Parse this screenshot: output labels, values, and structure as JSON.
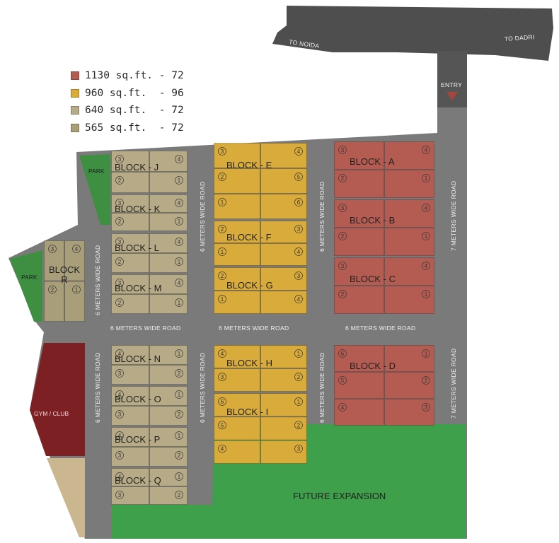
{
  "legend": [
    {
      "label": "1130 sq.ft. - 72",
      "color": "#b55c52"
    },
    {
      "label": "960 sq.ft.  - 96",
      "color": "#d9ab3a"
    },
    {
      "label": "640 sq.ft.  - 72",
      "color": "#b7aa86"
    },
    {
      "label": "565 sq.ft.  - 72",
      "color": "#a89e7a"
    }
  ],
  "road_labels": {
    "to_noida": "TO NOIDA",
    "to_dadri": "TO DADRI",
    "entry": "ENTRY",
    "road_6m": "6 METERS WIDE ROAD",
    "road_7m": "7 METERS WIDE ROAD"
  },
  "area_labels": {
    "park_top": "PARK",
    "park_left": "PARK",
    "gym": "GYM / CLUB",
    "future": "FUTURE EXPANSION"
  },
  "blocks": [
    {
      "label": "BLOCK - A",
      "plots": [
        "3",
        "4",
        "2",
        "1"
      ]
    },
    {
      "label": "BLOCK - B",
      "plots": [
        "3",
        "4",
        "2",
        "1"
      ]
    },
    {
      "label": "BLOCK - C",
      "plots": [
        "3",
        "4",
        "2",
        "1"
      ]
    },
    {
      "label": "BLOCK - D",
      "plots": [
        "6",
        "1",
        "5",
        "2",
        "4",
        "3"
      ]
    },
    {
      "label": "BLOCK - E",
      "plots": [
        "3",
        "4",
        "2",
        "5",
        "1",
        "6"
      ]
    },
    {
      "label": "BLOCK - F",
      "plots": [
        "2",
        "3",
        "1",
        "4"
      ]
    },
    {
      "label": "BLOCK - G",
      "plots": [
        "2",
        "3",
        "1",
        "4"
      ]
    },
    {
      "label": "BLOCK - H",
      "plots": [
        "4",
        "1",
        "3",
        "2"
      ]
    },
    {
      "label": "BLOCK - I",
      "plots": [
        "6",
        "1",
        "5",
        "2",
        "4",
        "3"
      ]
    },
    {
      "label": "BLOCK - J",
      "plots": [
        "3",
        "4",
        "2",
        "1"
      ]
    },
    {
      "label": "BLOCK - K",
      "plots": [
        "3",
        "4",
        "2",
        "1"
      ]
    },
    {
      "label": "BLOCK - L",
      "plots": [
        "3",
        "4",
        "2",
        "1"
      ]
    },
    {
      "label": "BLOCK - M",
      "plots": [
        "3",
        "4",
        "2",
        "1"
      ]
    },
    {
      "label": "BLOCK - N",
      "plots": [
        "4",
        "1",
        "3",
        "2"
      ]
    },
    {
      "label": "BLOCK - O",
      "plots": [
        "4",
        "1",
        "3",
        "2"
      ]
    },
    {
      "label": "BLOCK - P",
      "plots": [
        "4",
        "1",
        "3",
        "2"
      ]
    },
    {
      "label": "BLOCK - Q",
      "plots": [
        "4",
        "1",
        "3",
        "2"
      ]
    },
    {
      "label": "BLOCK\nR",
      "plots": [
        "3",
        "4",
        "2",
        "1"
      ]
    }
  ]
}
